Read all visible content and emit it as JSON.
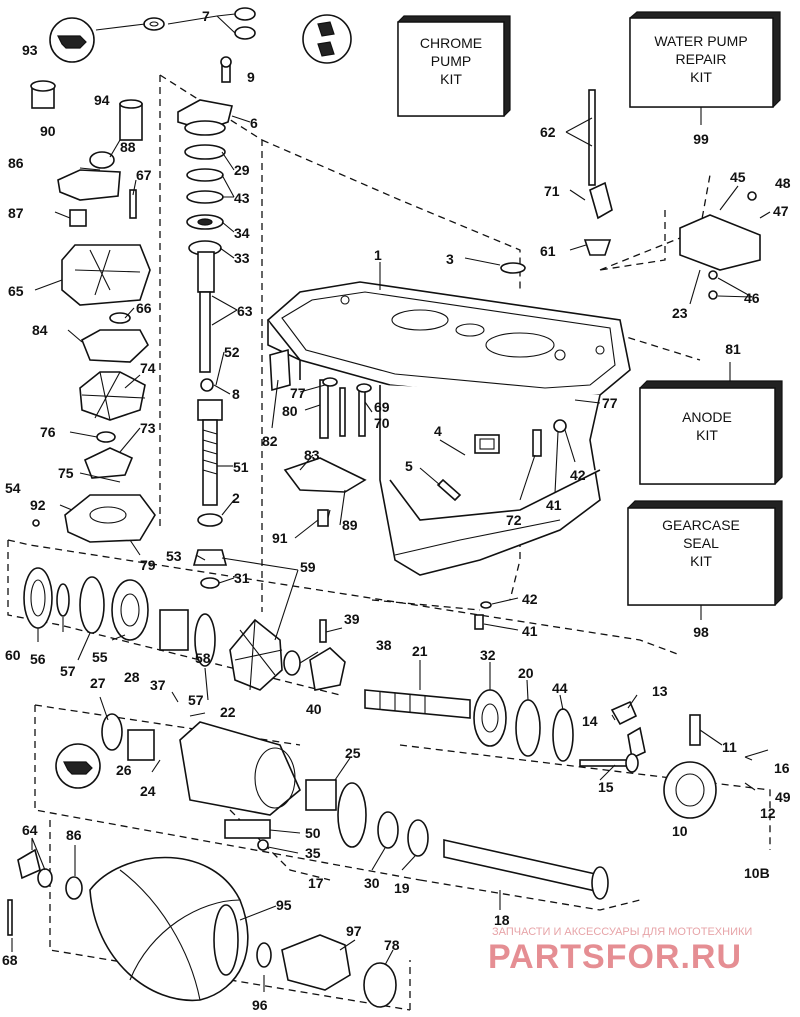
{
  "kits": [
    {
      "id": "chrome-pump-kit",
      "lines": [
        "CHROME",
        "PUMP",
        "KIT"
      ]
    },
    {
      "id": "water-pump-repair-kit",
      "lines": [
        "WATER PUMP",
        "REPAIR",
        "KIT"
      ]
    },
    {
      "id": "anode-kit",
      "lines": [
        "ANODE",
        "KIT"
      ]
    },
    {
      "id": "gearcase-seal-kit",
      "lines": [
        "GEARCASE",
        "SEAL",
        "KIT"
      ]
    }
  ],
  "kit_numbers": {
    "chrome": "",
    "water_pump": "99",
    "anode": "81",
    "gearcase": "98"
  },
  "labels": {
    "l7": "7",
    "l9": "9",
    "l6": "6",
    "l29": "29",
    "l43": "43",
    "l34": "34",
    "l33": "33",
    "l63": "63",
    "l52": "52",
    "l8": "8",
    "l51": "51",
    "l2": "2",
    "l53": "53",
    "l31": "31",
    "l59": "59",
    "l93": "93",
    "l94": "94",
    "l90": "90",
    "l88": "88",
    "l86": "86",
    "l67": "67",
    "l87": "87",
    "l65": "65",
    "l66": "66",
    "l84": "84",
    "l74": "74",
    "l76": "76",
    "l73": "73",
    "l75": "75",
    "l54": "54",
    "l92": "92",
    "l79": "79",
    "l60": "60",
    "l56": "56",
    "l57": "57",
    "l55": "55",
    "l58": "58",
    "l28": "28",
    "l37": "37",
    "l57b": "57",
    "l22": "22",
    "l27": "27",
    "l26": "26",
    "l24": "24",
    "l25": "25",
    "l50": "50",
    "l35": "35",
    "l17": "17",
    "l30": "30",
    "l19": "19",
    "l18": "18",
    "l64": "64",
    "l86b": "86",
    "l68": "68",
    "l95": "95",
    "l96": "96",
    "l97": "97",
    "l78": "78",
    "l1": "1",
    "l3": "3",
    "l62": "62",
    "l71": "71",
    "l61": "61",
    "l45": "45",
    "l48": "48",
    "l47": "47",
    "l23": "23",
    "l46": "46",
    "l77": "77",
    "l80": "80",
    "l69": "69",
    "l70": "70",
    "l77b": "77",
    "l82": "82",
    "l83": "83",
    "l4": "4",
    "l5": "5",
    "l89": "89",
    "l91": "91",
    "l72": "72",
    "l41": "41",
    "l42": "42",
    "l42b": "42",
    "l41b": "41",
    "l39": "39",
    "l38": "38",
    "l40": "40",
    "l21": "21",
    "l32": "32",
    "l20": "20",
    "l44": "44",
    "l14": "14",
    "l13": "13",
    "l11": "11",
    "l16": "16",
    "l15": "15",
    "l12": "12",
    "l49": "49",
    "l10": "10",
    "l10b": "10B"
  },
  "watermark": {
    "line1": "ЗАПЧАСТИ И АКСЕССУАРЫ ДЛЯ МОТОТЕХНИКИ",
    "line2": "PARTSFOR.RU"
  }
}
